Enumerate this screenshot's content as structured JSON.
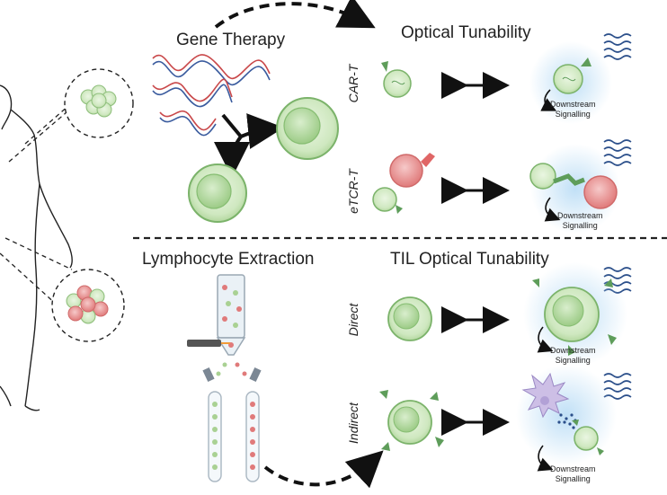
{
  "headings": {
    "gene_therapy": "Gene Therapy",
    "optical_tunability": "Optical Tunability",
    "lymphocyte_extraction": "Lymphocyte Extraction",
    "til_optical_tunability": "TIL Optical Tunability"
  },
  "rows": [
    {
      "label": "CAR-T",
      "signal_line1": "Downstream",
      "signal_line2": "Signalling"
    },
    {
      "label": "eTCR-T",
      "signal_line1": "Downstream",
      "signal_line2": "Signalling"
    },
    {
      "label": "Direct",
      "signal_line1": "Downstream",
      "signal_line2": "Signalling"
    },
    {
      "label": "Indirect",
      "signal_line1": "Downstream",
      "signal_line2": "Signalling"
    }
  ],
  "colors": {
    "tcell_fill": "#cfe8c0",
    "tcell_stroke": "#7bb36a",
    "receptor": "#5e9d5a",
    "tumor_red": "#e88a8a",
    "light_wave": "#2b4f8a",
    "glow": "#b9dcf5",
    "dc_purple": "#cdbfe6"
  }
}
